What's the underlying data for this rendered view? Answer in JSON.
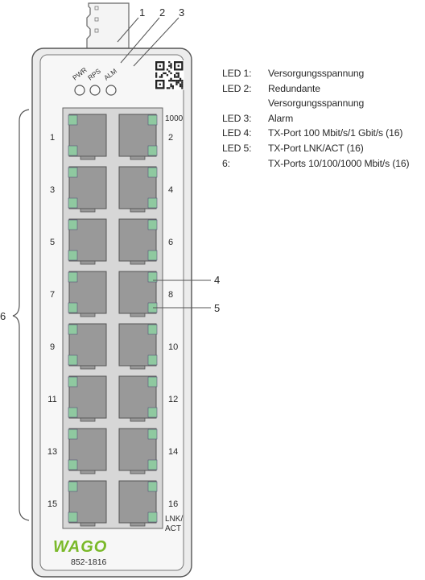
{
  "callouts": [
    "1",
    "2",
    "3",
    "4",
    "5",
    "6"
  ],
  "status_leds": [
    {
      "label": "PWR"
    },
    {
      "label": "RPS"
    },
    {
      "label": "ALM"
    }
  ],
  "speed_label": "1000",
  "lnk_label": [
    "LNK/",
    "ACT"
  ],
  "ports_left": [
    "1",
    "3",
    "5",
    "7",
    "9",
    "11",
    "13",
    "15"
  ],
  "ports_right": [
    "2",
    "4",
    "6",
    "8",
    "10",
    "12",
    "14",
    "16"
  ],
  "brand": "WAGO",
  "model": "852-1816",
  "colors": {
    "housing": "#ececec",
    "port_panel": "#d7d7d7",
    "port": "#999999",
    "led_green": "#8fc9a0",
    "brand_green": "#7ab929",
    "line": "#555555"
  },
  "legend": [
    {
      "key": "LED 1:",
      "value": "Versorgungsspannung"
    },
    {
      "key": "LED 2:",
      "value": "Redundante"
    },
    {
      "key": "",
      "value": "Versorgungsspannung"
    },
    {
      "key": "LED 3:",
      "value": "Alarm"
    },
    {
      "key": "LED 4:",
      "value": "TX-Port 100 Mbit/s/1 Gbit/s (16)"
    },
    {
      "key": "LED 5:",
      "value": "TX-Port LNK/ACT (16)"
    },
    {
      "key": "6:",
      "value": "TX-Ports 10/100/1000 Mbit/s (16)"
    }
  ]
}
